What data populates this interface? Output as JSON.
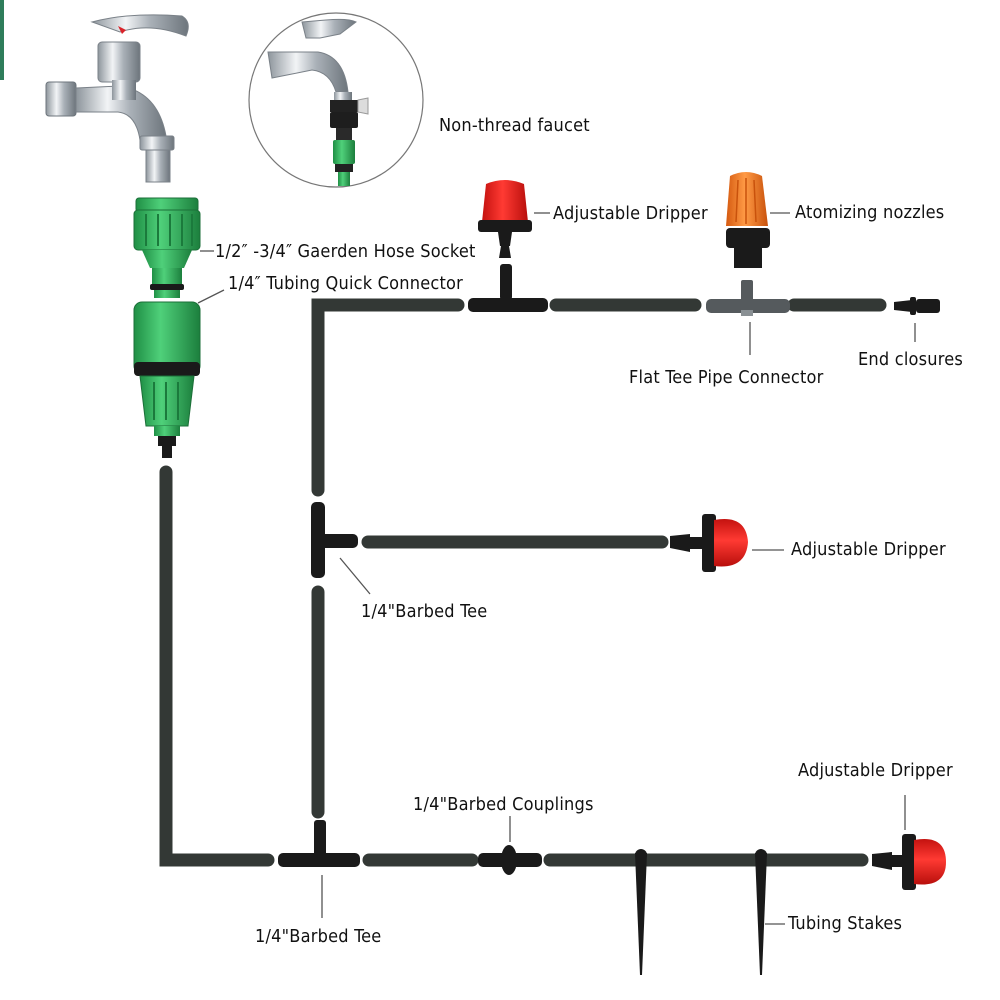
{
  "diagram": {
    "title": "Drip irrigation kit connection diagram",
    "colors": {
      "tubing": "#333835",
      "fitting": "#1a1a1a",
      "dripper_red": "#e8201c",
      "nozzle_orange": "#f07a23",
      "connector_green": "#2eae55",
      "chrome": "#b8bec4",
      "leader_line": "#555555",
      "text": "#111111"
    },
    "labels": {
      "non_thread_faucet": "Non-thread faucet",
      "hose_socket": "1/2″ -3/4″ Gaerden Hose Socket",
      "quick_connector": "1/4″ Tubing Quick Connector",
      "adjustable_dripper_top": "Adjustable Dripper",
      "atomizing_nozzles": "Atomizing nozzles",
      "flat_tee": "Flat Tee Pipe Connector",
      "end_closures": "End closures",
      "barbed_tee_middle": "1/4\"Barbed Tee",
      "adjustable_dripper_middle": "Adjustable Dripper",
      "barbed_couplings": "1/4\"Barbed Couplings",
      "adjustable_dripper_bottom": "Adjustable Dripper",
      "barbed_tee_bottom": "1/4\"Barbed Tee",
      "tubing_stakes": "Tubing Stakes"
    },
    "components": [
      {
        "name": "Threaded faucet",
        "icon": "faucet-icon"
      },
      {
        "name": "Non-thread faucet with adapter",
        "icon": "faucet-adapter-inset-icon"
      },
      {
        "name": "Garden hose socket",
        "icon": "hose-socket-icon"
      },
      {
        "name": "Tubing quick connector",
        "icon": "quick-connector-icon"
      },
      {
        "name": "Adjustable dripper",
        "icon": "dripper-icon",
        "count_shown": 3
      },
      {
        "name": "Atomizing nozzle",
        "icon": "nozzle-icon",
        "count_shown": 1
      },
      {
        "name": "Flat tee pipe connector",
        "icon": "flat-tee-icon",
        "count_shown": 1
      },
      {
        "name": "End closure",
        "icon": "end-plug-icon",
        "count_shown": 1
      },
      {
        "name": "Barbed tee",
        "icon": "barbed-tee-icon",
        "count_shown": 3
      },
      {
        "name": "Barbed coupling",
        "icon": "coupling-icon",
        "count_shown": 1
      },
      {
        "name": "Tubing stake",
        "icon": "stake-icon",
        "count_shown": 2
      }
    ]
  }
}
